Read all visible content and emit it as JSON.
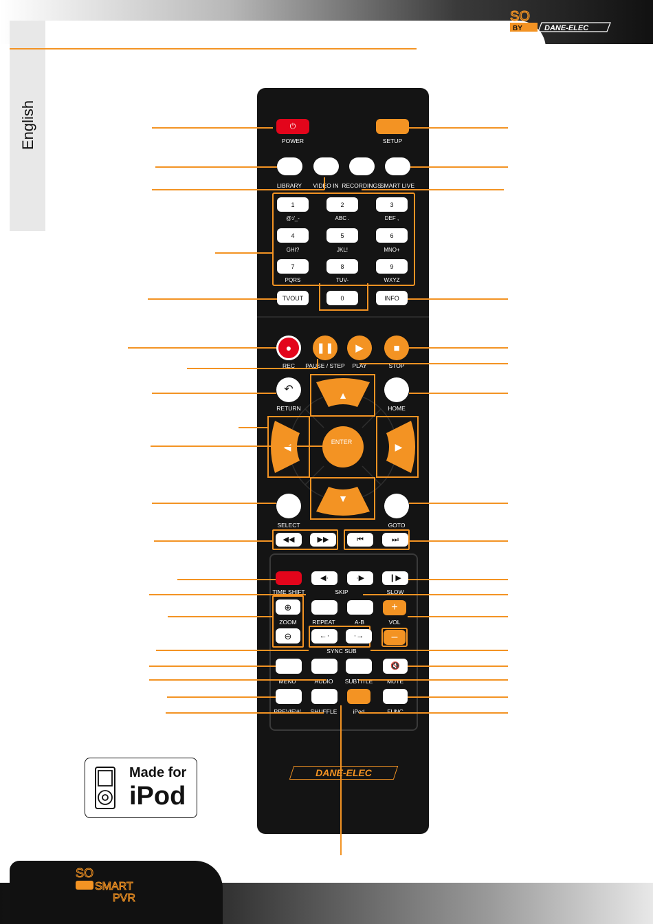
{
  "header": {
    "tab_label": "English"
  },
  "brand": {
    "accent": "#f39323",
    "danger": "#e3051b",
    "logo": "SO BY DANE-ELEC"
  },
  "buttons": {
    "power": "POWER",
    "setup": "SETUP",
    "library": "LIBRARY",
    "video_in": "VIDEO IN",
    "recordings": "RECORDINGS",
    "smart_live": "SMART LIVE",
    "keypad": [
      {
        "digit": "1",
        "sub": "@:/_-"
      },
      {
        "digit": "2",
        "sub": "ABC ."
      },
      {
        "digit": "3",
        "sub": "DEF ,"
      },
      {
        "digit": "4",
        "sub": "GHI?"
      },
      {
        "digit": "5",
        "sub": "JKL!"
      },
      {
        "digit": "6",
        "sub": "MNO+"
      },
      {
        "digit": "7",
        "sub": "PQRS"
      },
      {
        "digit": "8",
        "sub": "TUV-"
      },
      {
        "digit": "9",
        "sub": "WXYZ"
      }
    ],
    "zero": "0",
    "tvout": "TVOUT",
    "info": "INFO",
    "rec": "REC",
    "pause_step": "PAUSE / STEP",
    "play": "PLAY",
    "stop": "STOP",
    "return": "RETURN",
    "home": "HOME",
    "enter": "ENTER",
    "select": "SELECT",
    "goto": "GOTO",
    "time_shift": "TIME SHIFT",
    "skip": "SKIP",
    "slow": "SLOW",
    "zoom": "ZOOM",
    "repeat": "REPEAT",
    "a_b": "A-B",
    "vol": "VOL",
    "sync_sub": "SYNC  SUB",
    "menu": "MENU",
    "audio": "AUDIO",
    "subtitle": "SUBTITLE",
    "mute": "MUTE",
    "preview": "PREVIEW",
    "shuffle": "SHUFFLE",
    "ipod": "iPod",
    "func": "FUNC"
  },
  "remote_brand": "DANE-ELEC",
  "badge": {
    "line1": "Made for",
    "line2": "iPod"
  },
  "footer": {
    "logo_so": "SO",
    "logo_smart": "SMART",
    "logo_pvr": "PVR"
  }
}
